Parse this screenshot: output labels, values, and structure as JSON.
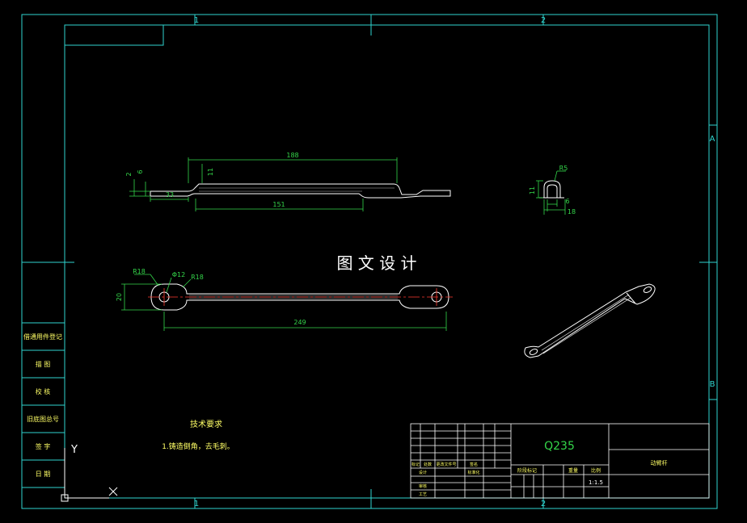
{
  "colors": {
    "background": "#000000",
    "frame": "#2fd5cf",
    "outline": "#ffffff",
    "dimension": "#34d64a",
    "centerline": "#ff3b30",
    "title_text": "#ffff66"
  },
  "zone_labels": {
    "top_1": "1",
    "top_2": "2",
    "bottom_1": "1",
    "bottom_2": "2",
    "right_a": "A",
    "right_b": "B"
  },
  "watermark": "图 文 设 计",
  "front_view": {
    "dim_top": "188",
    "dim_bottom": "151",
    "dim_left": "33",
    "dim_height_1": "11",
    "dim_v_2": "2",
    "dim_v_6": "6"
  },
  "side_view": {
    "dim_radius": "R5",
    "dim_height": "11",
    "dim_6": "6",
    "dim_18": "18"
  },
  "top_view": {
    "dim_r18_left": "R18",
    "dim_phi": "Φ12",
    "dim_r18_right": "R18",
    "dim_height": "20",
    "dim_length": "249"
  },
  "left_strip": {
    "cells": [
      "借通用件登记",
      "描 图",
      "校 核",
      "旧底图总号",
      "签 字",
      "日 期"
    ]
  },
  "tech_requirements": {
    "title": "技术要求",
    "item1": "1.铸造倒角，去毛刺。"
  },
  "ucs": {
    "x": "X",
    "y": "Y"
  },
  "title_block": {
    "material": "Q235",
    "part_name": "动臂杆",
    "scale": "1:1.5",
    "col_stage": "阶段标记",
    "col_weight": "重量",
    "col_scale": "比例",
    "row_mark": "标记",
    "row_zone": "处数",
    "row_change": "更改文件号",
    "row_sign": "签名",
    "row_design": "设计",
    "row_standard": "标准化",
    "row_check": "审核",
    "row_process": "工艺"
  }
}
